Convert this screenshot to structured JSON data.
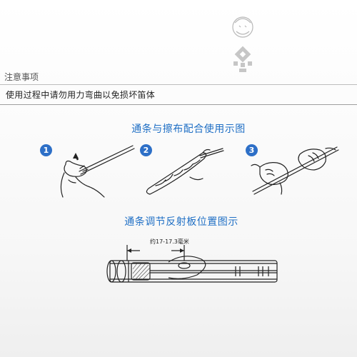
{
  "notice": {
    "title": "注意事项",
    "text": "使用过程中请勿用力弯曲以免损坏笛体"
  },
  "section1": {
    "title": "通条与擦布配合使用示图",
    "steps": [
      {
        "number": "1",
        "icon": "hand-pushing-cloth-icon"
      },
      {
        "number": "2",
        "icon": "cloth-wrapped-rod-icon"
      },
      {
        "number": "3",
        "icon": "hands-twisting-rod-icon"
      }
    ]
  },
  "section2": {
    "title": "通条调节反射板位置图示",
    "measure_label": "约17-17.3毫米"
  },
  "colors": {
    "accent": "#1f6fc5",
    "badge": "#2d6fc7",
    "line": "#222222"
  }
}
